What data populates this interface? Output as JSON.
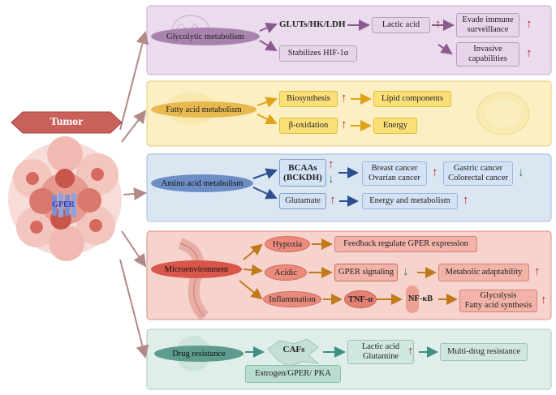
{
  "tumor_label": "Tumor",
  "gper_label": "GPER",
  "glycolytic": {
    "title": "Glycolytic metabolism",
    "gluts": "GLUTs/HK/LDH",
    "lactic": "Lactic acid",
    "evade_l1": "Evade immune",
    "evade_l2": "surveillance",
    "hif": "Stabilizes HIF-1α",
    "invasive_l1": "Invasive",
    "invasive_l2": "capabilities"
  },
  "fatty": {
    "title": "Fatty acid metabolism",
    "biosynthesis": "Biosynthesis",
    "lipid": "Lipid components",
    "beta": "β-oxidation",
    "energy": "Energy"
  },
  "amino": {
    "title": "Amino acid metabolism",
    "bcaas_l1": "BCAAs",
    "bcaas_l2": "(BCKDH)",
    "breast": "Breast cancer",
    "ovarian": "Ovarian cancer",
    "gastric": "Gastric cancer",
    "colorectal": "Colorectal cancer",
    "glutamate": "Glutamate",
    "energy_meta": "Energy and metabolism"
  },
  "micro": {
    "title": "Microenvironment",
    "hypoxia": "Hypoxia",
    "feedback": "Feedback regulate GPER expression",
    "acidic": "Acidic",
    "gper_signal": "GPER signaling",
    "adapt": "Metabolic adaptability",
    "inflam": "Inflammation",
    "tnf": "TNF-α",
    "nfkb": "NF-κB",
    "glyco": "Glycolysis",
    "fas": "Fatty acid synthesis"
  },
  "drug": {
    "title": "Drug resistance",
    "cafs": "CAFs",
    "lactic": "Lactic acid",
    "glutamine": "Glutamine",
    "multi": "Multi-drug resistance",
    "estrogen": "Estrogen/GPER/ PKA"
  },
  "colors": {
    "purple_panel": "#eadcec",
    "yellow_panel": "#fbefc3",
    "blue_panel": "#dbe6f3",
    "red_panel": "#f6d3cc",
    "green_panel": "#dfeee8",
    "up_arrow": "#c0272d",
    "down_arrow": "#2e7d5b"
  }
}
